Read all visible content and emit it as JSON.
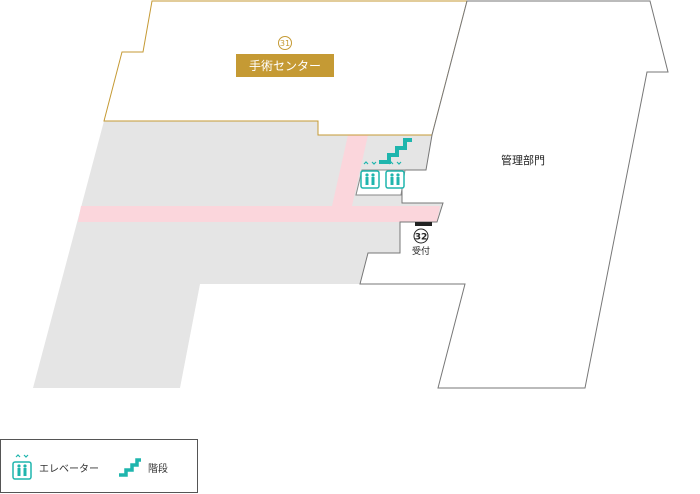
{
  "map": {
    "rooms": [
      {
        "id": "surgery",
        "number": "31",
        "name": "手術センター"
      },
      {
        "id": "admin",
        "name": "管理部門"
      },
      {
        "id": "reception",
        "number": "32",
        "name": "受付"
      }
    ],
    "colors": {
      "surgery_border": "#c59a34",
      "label_bg": "#c59a34",
      "corridor": "#e5e5e5",
      "route": "#fbd6dc",
      "accent": "#1fb5ad",
      "outline": "#666666"
    }
  },
  "legend": {
    "elevator_label": "エレベーター",
    "stairs_label": "階段"
  }
}
